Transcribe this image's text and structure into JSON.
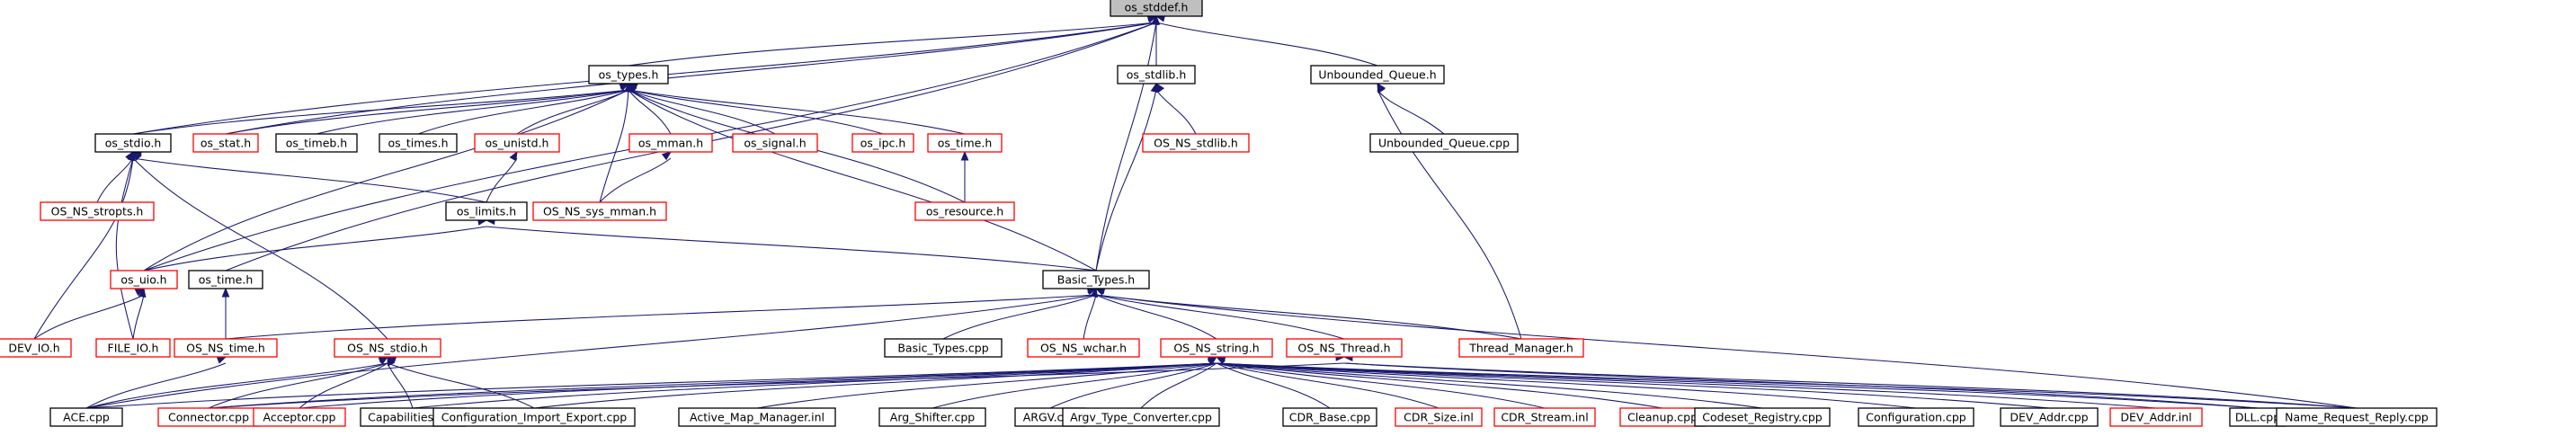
{
  "diagram": {
    "title": "",
    "colors": {
      "edge": "#191970",
      "border": "#000000",
      "undocumented_border": "#ff0000",
      "root_fill": "#bfbfbf"
    },
    "nodes": [
      {
        "id": "os_stddef_h",
        "label": "os_stddef.h",
        "style": "root"
      },
      {
        "id": "os_types_h",
        "label": "os_types.h",
        "style": "black"
      },
      {
        "id": "os_stdlib_h",
        "label": "os_stdlib.h",
        "style": "black"
      },
      {
        "id": "unbounded_queue_h",
        "label": "Unbounded_Queue.h",
        "style": "black"
      },
      {
        "id": "os_stdio_h",
        "label": "os_stdio.h",
        "style": "black"
      },
      {
        "id": "os_stat_h",
        "label": "os_stat.h",
        "style": "red"
      },
      {
        "id": "os_timeb_h",
        "label": "os_timeb.h",
        "style": "black"
      },
      {
        "id": "os_times_h",
        "label": "os_times.h",
        "style": "black"
      },
      {
        "id": "os_unistd_h",
        "label": "os_unistd.h",
        "style": "red"
      },
      {
        "id": "os_mman_h",
        "label": "os_mman.h",
        "style": "red"
      },
      {
        "id": "os_signal_h",
        "label": "os_signal.h",
        "style": "red"
      },
      {
        "id": "os_ipc_h",
        "label": "os_ipc.h",
        "style": "red"
      },
      {
        "id": "os_time_h_red",
        "label": "os_time.h",
        "style": "red"
      },
      {
        "id": "os_ns_stdlib_h",
        "label": "OS_NS_stdlib.h",
        "style": "red"
      },
      {
        "id": "unbounded_queue_cpp",
        "label": "Unbounded_Queue.cpp",
        "style": "black"
      },
      {
        "id": "os_ns_stropts_h",
        "label": "OS_NS_stropts.h",
        "style": "red"
      },
      {
        "id": "os_limits_h",
        "label": "os_limits.h",
        "style": "black"
      },
      {
        "id": "os_ns_sys_mman_h",
        "label": "OS_NS_sys_mman.h",
        "style": "red"
      },
      {
        "id": "os_resource_h",
        "label": "os_resource.h",
        "style": "red"
      },
      {
        "id": "os_uio_h",
        "label": "os_uio.h",
        "style": "red"
      },
      {
        "id": "os_time_h",
        "label": "os_time.h",
        "style": "black"
      },
      {
        "id": "basic_types_h",
        "label": "Basic_Types.h",
        "style": "black"
      },
      {
        "id": "dev_io_h",
        "label": "DEV_IO.h",
        "style": "red"
      },
      {
        "id": "file_io_h",
        "label": "FILE_IO.h",
        "style": "red"
      },
      {
        "id": "os_ns_time_h",
        "label": "OS_NS_time.h",
        "style": "red"
      },
      {
        "id": "os_ns_stdio_h",
        "label": "OS_NS_stdio.h",
        "style": "red"
      },
      {
        "id": "basic_types_cpp",
        "label": "Basic_Types.cpp",
        "style": "black"
      },
      {
        "id": "os_ns_wchar_h",
        "label": "OS_NS_wchar.h",
        "style": "red"
      },
      {
        "id": "os_ns_string_h",
        "label": "OS_NS_string.h",
        "style": "red"
      },
      {
        "id": "os_ns_thread_h",
        "label": "OS_NS_Thread.h",
        "style": "red"
      },
      {
        "id": "thread_manager_h",
        "label": "Thread_Manager.h",
        "style": "red"
      },
      {
        "id": "ace_cpp",
        "label": "ACE.cpp",
        "style": "black"
      },
      {
        "id": "connector_cpp",
        "label": "Connector.cpp",
        "style": "red"
      },
      {
        "id": "acceptor_cpp",
        "label": "Acceptor.cpp",
        "style": "red"
      },
      {
        "id": "capabilities_cpp",
        "label": "Capabilities.cpp",
        "style": "black"
      },
      {
        "id": "configuration_import_export_cpp",
        "label": "Configuration_Import_Export.cpp",
        "style": "black"
      },
      {
        "id": "active_map_manager_inl",
        "label": "Active_Map_Manager.inl",
        "style": "black"
      },
      {
        "id": "arg_shifter_cpp",
        "label": "Arg_Shifter.cpp",
        "style": "black"
      },
      {
        "id": "argv_cpp",
        "label": "ARGV.cpp",
        "style": "black"
      },
      {
        "id": "argv_type_converter_cpp",
        "label": "Argv_Type_Converter.cpp",
        "style": "black"
      },
      {
        "id": "cdr_base_cpp",
        "label": "CDR_Base.cpp",
        "style": "black"
      },
      {
        "id": "cdr_size_inl",
        "label": "CDR_Size.inl",
        "style": "red"
      },
      {
        "id": "cdr_stream_inl",
        "label": "CDR_Stream.inl",
        "style": "red"
      },
      {
        "id": "cleanup_cpp",
        "label": "Cleanup.cpp",
        "style": "red"
      },
      {
        "id": "codeset_registry_cpp",
        "label": "Codeset_Registry.cpp",
        "style": "black"
      },
      {
        "id": "configuration_cpp",
        "label": "Configuration.cpp",
        "style": "black"
      },
      {
        "id": "dev_addr_cpp",
        "label": "DEV_Addr.cpp",
        "style": "black"
      },
      {
        "id": "dev_addr_inl",
        "label": "DEV_Addr.inl",
        "style": "red"
      },
      {
        "id": "dll_cpp",
        "label": "DLL.cpp",
        "style": "black"
      },
      {
        "id": "name_request_reply_cpp",
        "label": "Name_Request_Reply.cpp",
        "style": "black"
      }
    ],
    "edges": [
      [
        "os_types_h",
        "os_stddef_h"
      ],
      [
        "os_stdlib_h",
        "os_stddef_h"
      ],
      [
        "unbounded_queue_h",
        "os_stddef_h"
      ],
      [
        "os_stdio_h",
        "os_stddef_h"
      ],
      [
        "os_stat_h",
        "os_stddef_h"
      ],
      [
        "basic_types_h",
        "os_stddef_h"
      ],
      [
        "os_uio_h",
        "os_stddef_h"
      ],
      [
        "os_time_h",
        "os_stddef_h"
      ],
      [
        "os_stdio_h",
        "os_types_h"
      ],
      [
        "os_stat_h",
        "os_types_h"
      ],
      [
        "os_timeb_h",
        "os_types_h"
      ],
      [
        "os_times_h",
        "os_types_h"
      ],
      [
        "os_unistd_h",
        "os_types_h"
      ],
      [
        "os_mman_h",
        "os_types_h"
      ],
      [
        "os_signal_h",
        "os_types_h"
      ],
      [
        "os_ipc_h",
        "os_types_h"
      ],
      [
        "os_time_h_red",
        "os_types_h"
      ],
      [
        "os_ns_sys_mman_h",
        "os_types_h"
      ],
      [
        "basic_types_h",
        "os_types_h"
      ],
      [
        "os_resource_h",
        "os_types_h"
      ],
      [
        "os_uio_h",
        "os_types_h"
      ],
      [
        "os_ns_stdlib_h",
        "os_stdlib_h"
      ],
      [
        "basic_types_h",
        "os_stdlib_h"
      ],
      [
        "unbounded_queue_cpp",
        "unbounded_queue_h"
      ],
      [
        "thread_manager_h",
        "unbounded_queue_h"
      ],
      [
        "os_ns_stropts_h",
        "os_stdio_h"
      ],
      [
        "os_limits_h",
        "os_stdio_h"
      ],
      [
        "os_ns_stdio_h",
        "os_stdio_h"
      ],
      [
        "file_io_h",
        "os_stdio_h"
      ],
      [
        "dev_io_h",
        "os_stdio_h"
      ],
      [
        "os_limits_h",
        "os_unistd_h"
      ],
      [
        "os_ns_sys_mman_h",
        "os_mman_h"
      ],
      [
        "os_resource_h",
        "os_time_h_red"
      ],
      [
        "basic_types_h",
        "os_limits_h"
      ],
      [
        "os_uio_h",
        "os_limits_h"
      ],
      [
        "dev_io_h",
        "os_uio_h"
      ],
      [
        "file_io_h",
        "os_uio_h"
      ],
      [
        "os_ns_time_h",
        "os_time_h"
      ],
      [
        "os_ns_time_h",
        "basic_types_h"
      ],
      [
        "basic_types_cpp",
        "basic_types_h"
      ],
      [
        "os_ns_wchar_h",
        "basic_types_h"
      ],
      [
        "os_ns_string_h",
        "basic_types_h"
      ],
      [
        "os_ns_thread_h",
        "basic_types_h"
      ],
      [
        "thread_manager_h",
        "basic_types_h"
      ],
      [
        "ace_cpp",
        "basic_types_h"
      ],
      [
        "name_request_reply_cpp",
        "basic_types_h"
      ],
      [
        "ace_cpp",
        "os_ns_time_h"
      ],
      [
        "ace_cpp",
        "os_ns_stdio_h"
      ],
      [
        "connector_cpp",
        "os_ns_stdio_h"
      ],
      [
        "acceptor_cpp",
        "os_ns_stdio_h"
      ],
      [
        "capabilities_cpp",
        "os_ns_stdio_h"
      ],
      [
        "configuration_import_export_cpp",
        "os_ns_stdio_h"
      ],
      [
        "ace_cpp",
        "os_ns_string_h"
      ],
      [
        "connector_cpp",
        "os_ns_string_h"
      ],
      [
        "acceptor_cpp",
        "os_ns_string_h"
      ],
      [
        "capabilities_cpp",
        "os_ns_string_h"
      ],
      [
        "configuration_import_export_cpp",
        "os_ns_string_h"
      ],
      [
        "active_map_manager_inl",
        "os_ns_string_h"
      ],
      [
        "arg_shifter_cpp",
        "os_ns_string_h"
      ],
      [
        "argv_cpp",
        "os_ns_string_h"
      ],
      [
        "argv_type_converter_cpp",
        "os_ns_string_h"
      ],
      [
        "cdr_base_cpp",
        "os_ns_string_h"
      ],
      [
        "cdr_size_inl",
        "os_ns_string_h"
      ],
      [
        "cdr_stream_inl",
        "os_ns_string_h"
      ],
      [
        "cleanup_cpp",
        "os_ns_string_h"
      ],
      [
        "codeset_registry_cpp",
        "os_ns_string_h"
      ],
      [
        "configuration_cpp",
        "os_ns_string_h"
      ],
      [
        "dev_addr_cpp",
        "os_ns_string_h"
      ],
      [
        "dev_addr_inl",
        "os_ns_string_h"
      ],
      [
        "dll_cpp",
        "os_ns_string_h"
      ],
      [
        "name_request_reply_cpp",
        "os_ns_string_h"
      ],
      [
        "connector_cpp",
        "os_ns_thread_h"
      ],
      [
        "dll_cpp",
        "os_ns_thread_h"
      ],
      [
        "name_request_reply_cpp",
        "os_ns_thread_h"
      ]
    ]
  }
}
